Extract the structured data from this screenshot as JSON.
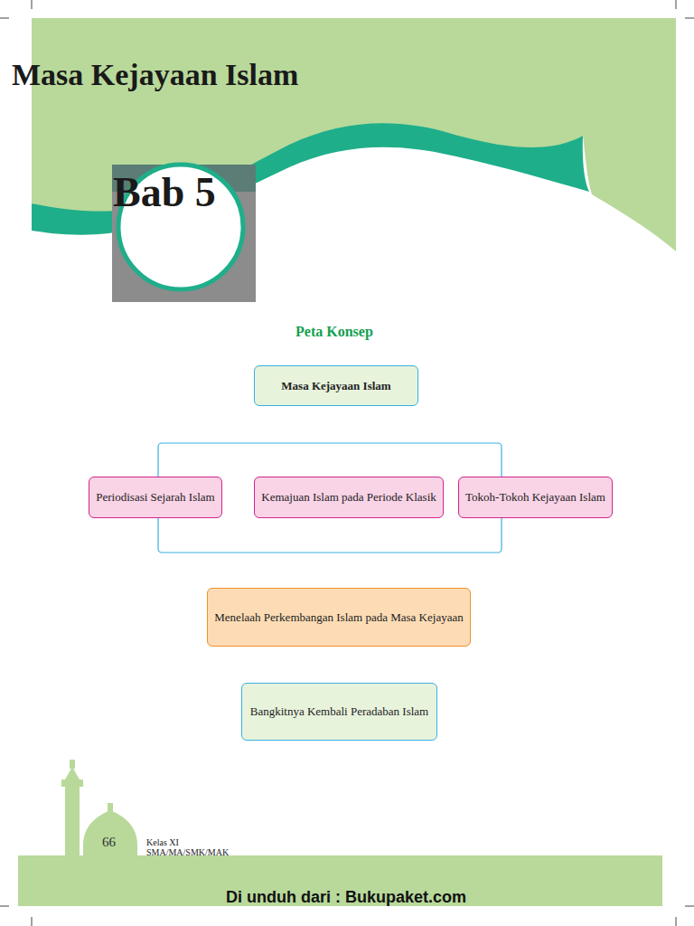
{
  "diagram": {
    "title": "Masa Kejayaan Islam",
    "nodes": [
      {
        "text": [
          "Masa Kejayaan Islam"
        ]
      },
      {
        "text": [
          "Periodisasi Sejarah Islam"
        ]
      },
      {
        "text": [
          "Kemajuan Islam pada Periode Klasik"
        ]
      },
      {
        "text": [
          "Tokoh-Tokoh Kejayaan Islam"
        ]
      },
      {
        "text": [
          "Menelaah Perkembangan Islam pada Masa Kejayaan"
        ]
      },
      {
        "text": [
          "Bangkitnya Kembali Peradaban Islam"
        ]
      }
    ],
    "labels": [
      "Bab 5",
      "Peta Konsep",
      "66",
      "Kelas XI SMA/MA/SMK/MAK",
      "Di unduh dari : Bukupaket.com"
    ]
  }
}
